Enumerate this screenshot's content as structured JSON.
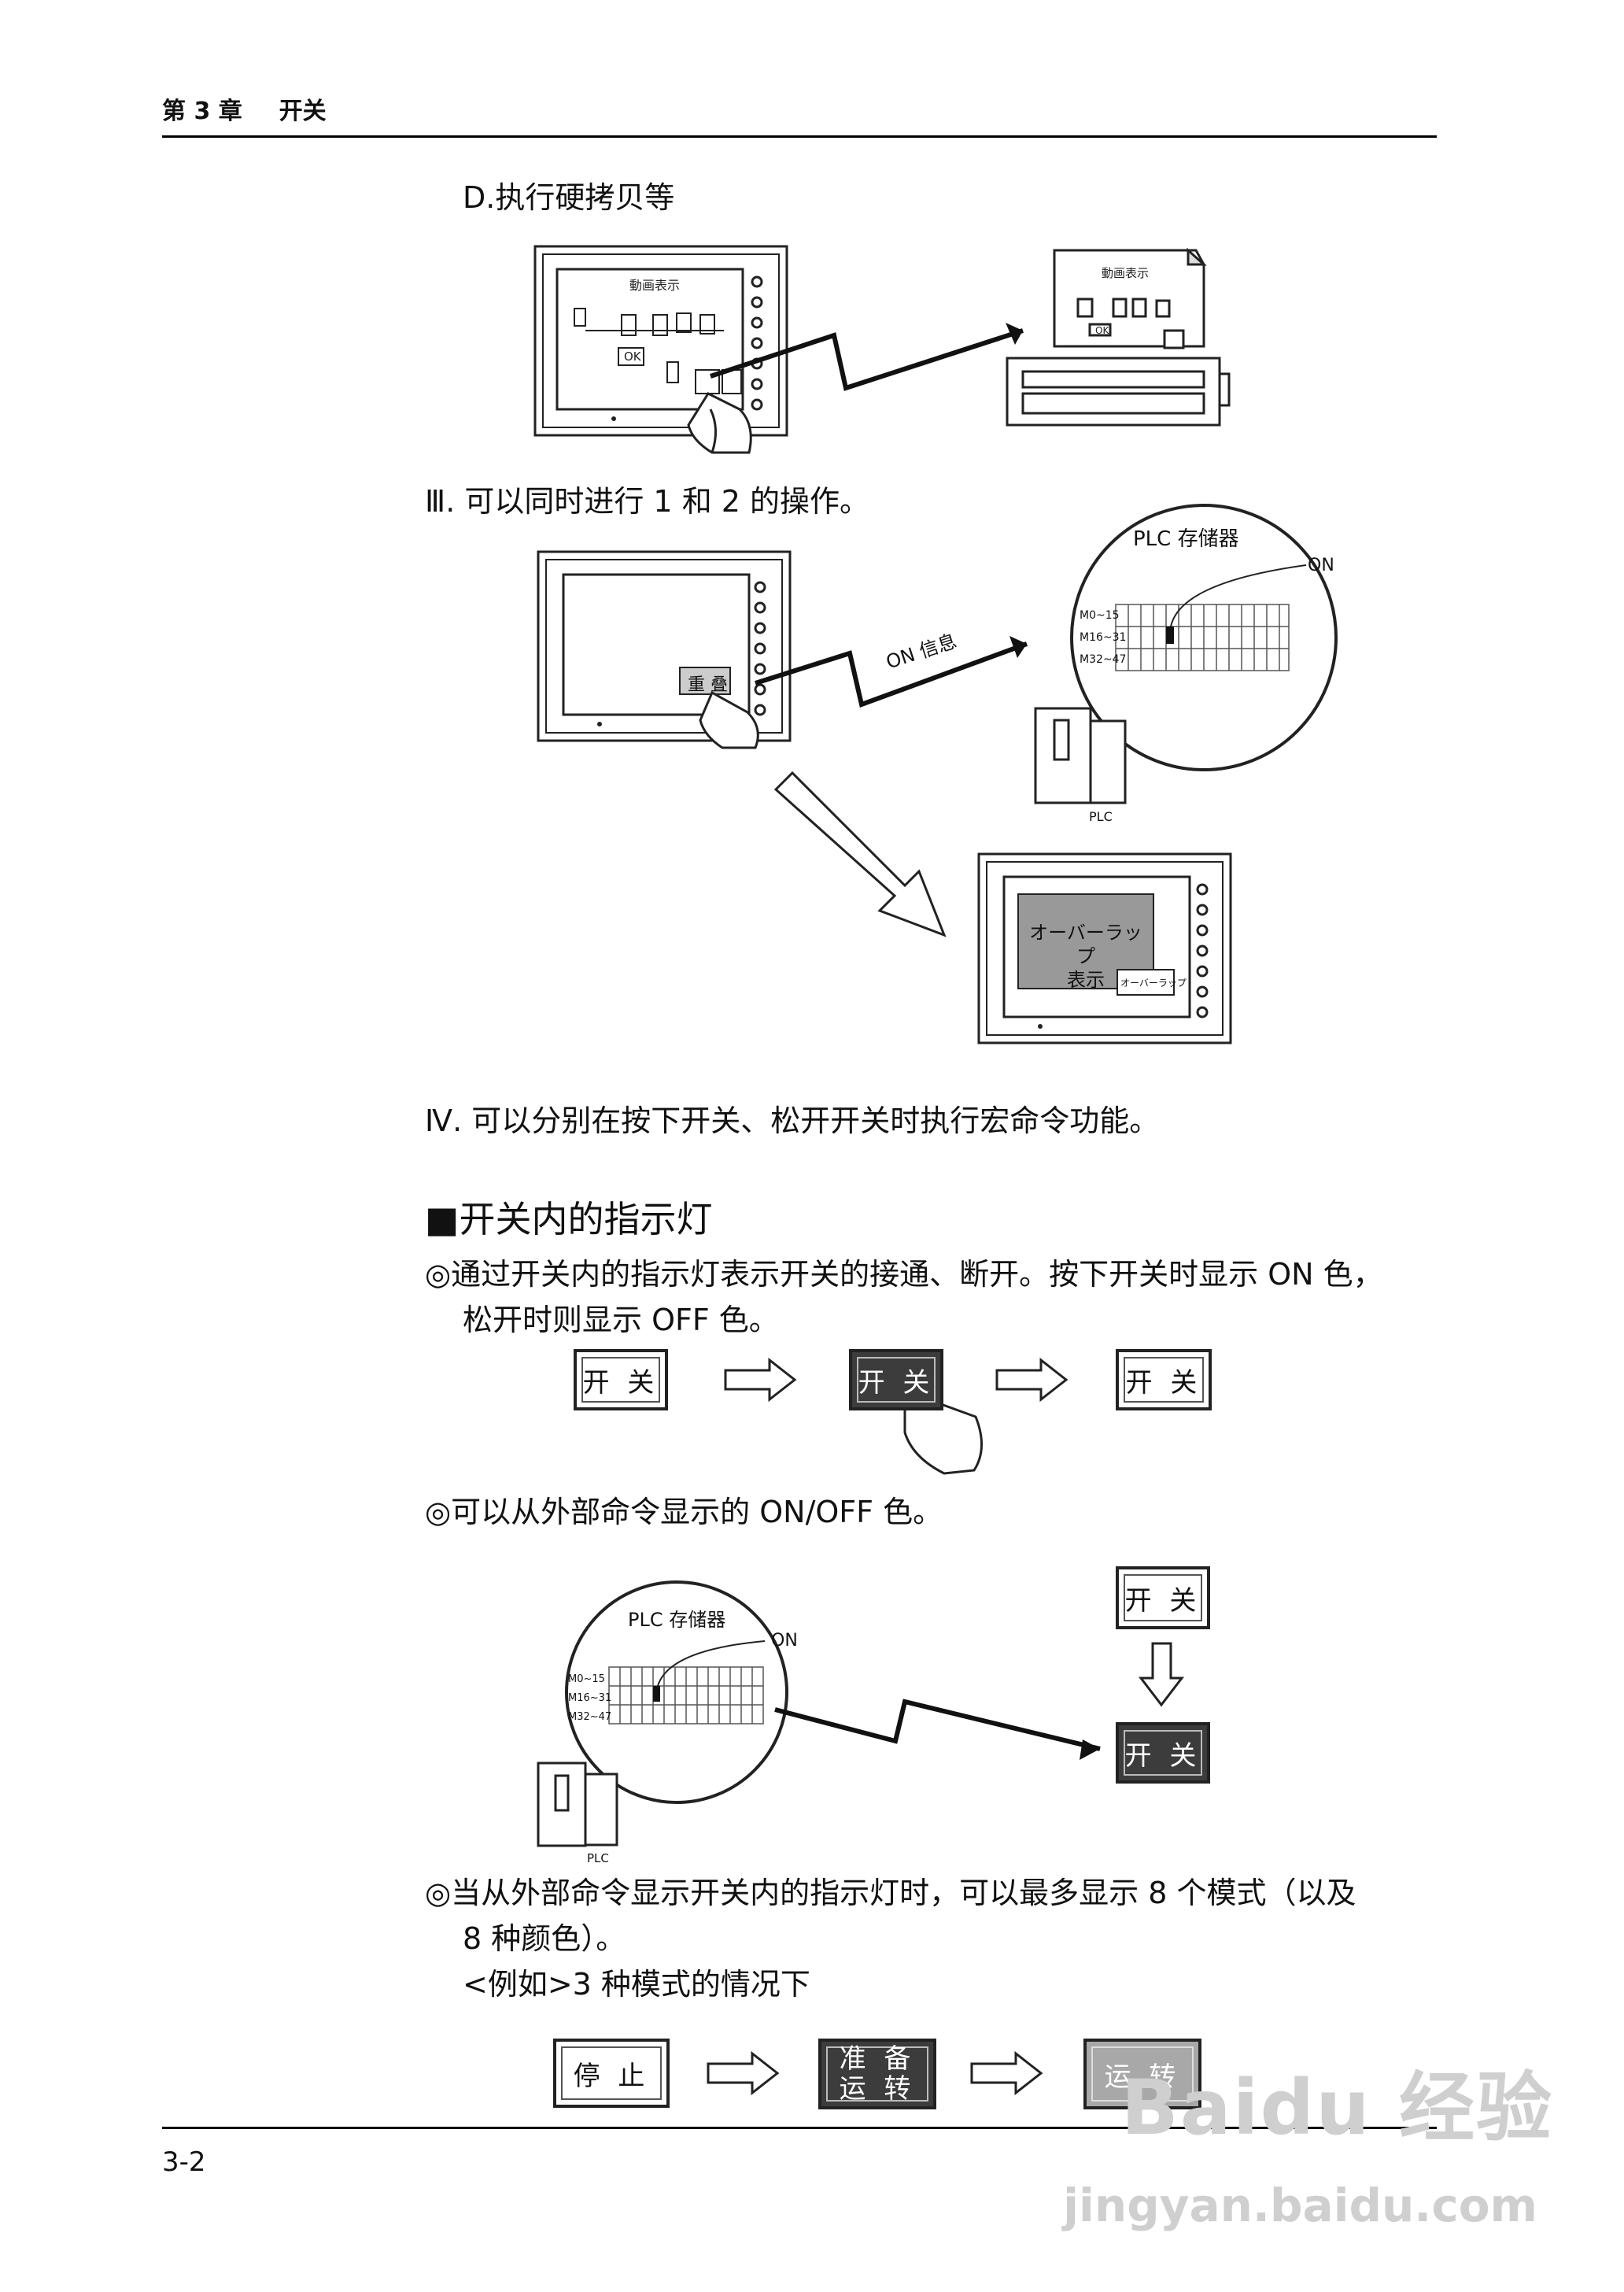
{
  "header": {
    "chapter": "第 3 章",
    "title": "开关"
  },
  "sections": {
    "d_line": "D.执行硬拷贝等",
    "iii_line": "Ⅲ. 可以同时进行 1 和 2 的操作。",
    "iv_line": "Ⅳ. 可以分别在按下开关、松开开关时执行宏命令功能。",
    "indicator_title": "■开关内的指示灯",
    "bullet1_line1": "◎通过开关内的指示灯表示开关的接通、断开。按下开关时显示 ON 色，",
    "bullet1_line2": "松开时则显示 OFF 色。",
    "bullet2_line": "◎可以从外部命令显示的 ON/OFF 色。",
    "bullet3_line1": "◎当从外部命令显示开关内的指示灯时，可以最多显示 8 个模式（以及",
    "bullet3_line2": "8 种颜色）。",
    "example_line": "<例如>3 种模式的情况下"
  },
  "fig_hardcopy": {
    "screen_title": "動画表示",
    "ok_label": "OK",
    "printer_title": "動画表示",
    "printer_ok": "OK"
  },
  "fig_overlap": {
    "memory_title": "PLC 存储器",
    "on_label": "ON",
    "rows": [
      "M0~15",
      "M16~31",
      "M32~47"
    ],
    "signal_label": "ON 信息",
    "button_label": "重 叠",
    "plc_label": "PLC",
    "overlap_title_line1": "オーバーラップ",
    "overlap_title_line2": "表示",
    "overlap_button": "オーバーラップ"
  },
  "fig_switch_press": {
    "switch_off": "开 关",
    "switch_on": "开 关",
    "switch_off_again": "开 关"
  },
  "fig_external": {
    "memory_title": "PLC 存储器",
    "on_label": "ON",
    "rows": [
      "M0~15",
      "M16~31",
      "M32~47"
    ],
    "plc_label": "PLC",
    "switch_top": "开 关",
    "switch_bottom": "开 关"
  },
  "fig_modes": {
    "stop": "停 止",
    "ready_line1": "准 备",
    "ready_line2": "运 转",
    "run": "运 转"
  },
  "footer": {
    "page_number": "3-2"
  },
  "watermark": {
    "brand": "Baidu 经验",
    "url": "jingyan.baidu.com"
  }
}
